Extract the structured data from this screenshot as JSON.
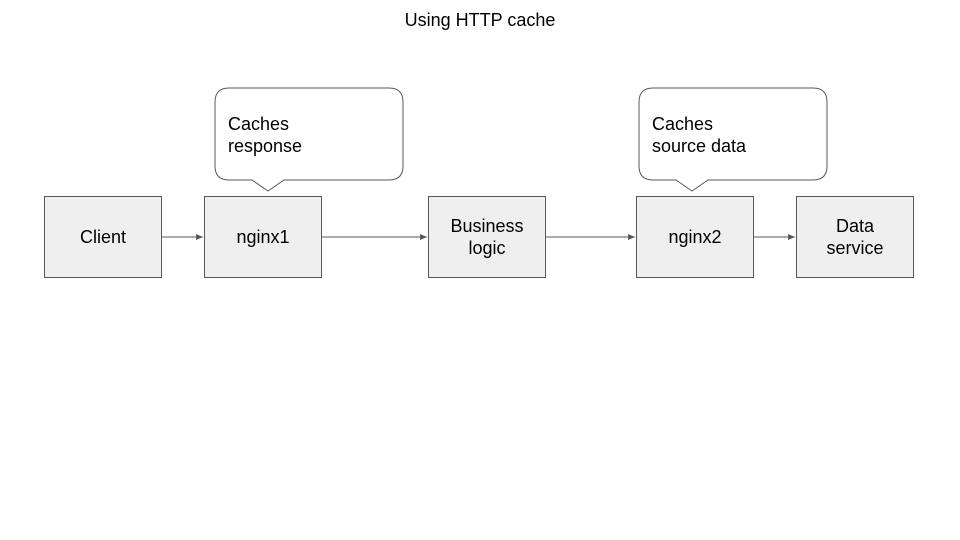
{
  "title": "Using HTTP cache",
  "nodes": {
    "client": "Client",
    "nginx1": "nginx1",
    "business_logic": "Business\nlogic",
    "nginx2": "nginx2",
    "data_service": "Data\nservice"
  },
  "callouts": {
    "nginx1": "Caches\nresponse",
    "nginx2": "Caches\nsource data"
  },
  "colors": {
    "box_fill": "#efefef",
    "box_border": "#595959",
    "arrow": "#595959"
  }
}
